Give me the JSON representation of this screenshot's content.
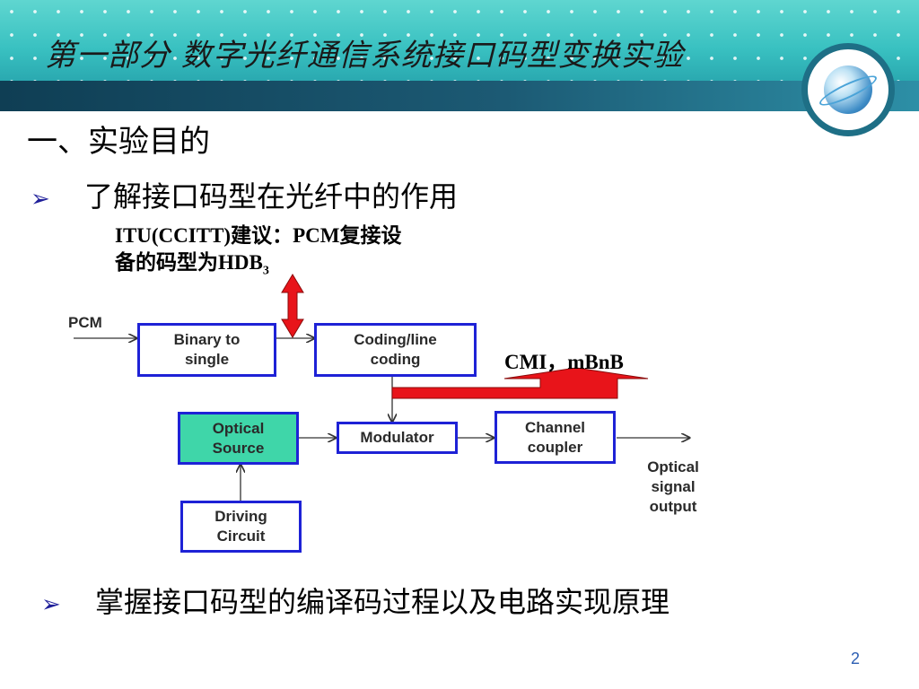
{
  "slide": {
    "title": "第一部分  数字光纤通信系统接口码型变换实验",
    "section_heading": "一、实验目的",
    "bullet_marker": "➢",
    "bullet1": "了解接口码型在光纤中的作用",
    "note_line1": "ITU(CCITT)建议：PCM复接设",
    "note_line2_prefix": "备的码型为HDB",
    "note_line2_sub": "3",
    "cmi_label": "CMI，mBnB",
    "bullet2": "掌握接口码型的编译码过程以及电路实现原理",
    "page_number": "2"
  },
  "diagram": {
    "pcm_label": "PCM",
    "binary_to_single": "Binary to single",
    "coding_line": "Coding/line coding",
    "optical_source": "Optical Source",
    "modulator": "Modulator",
    "channel_coupler": "Channel coupler",
    "driving_circuit": "Driving Circuit",
    "output_label": "Optical signal output"
  },
  "colors": {
    "box_border": "#1e22d6",
    "optical_source_fill": "#3fd6a9",
    "highlight_arrow": "#e8141a",
    "header_teal": "#39c1c1",
    "band_navy": "#0f3e54"
  }
}
